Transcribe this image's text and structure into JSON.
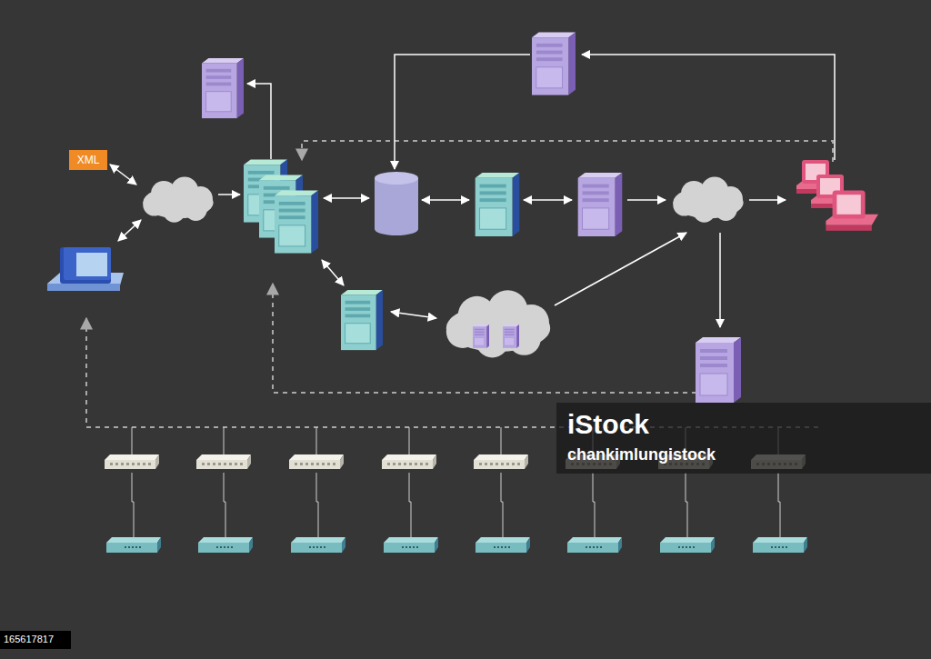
{
  "diagram": {
    "nodes": [
      {
        "text": [
          "XML"
        ]
      }
    ],
    "labels": [
      "iStock",
      "chankimlungistock",
      "165617817"
    ]
  }
}
